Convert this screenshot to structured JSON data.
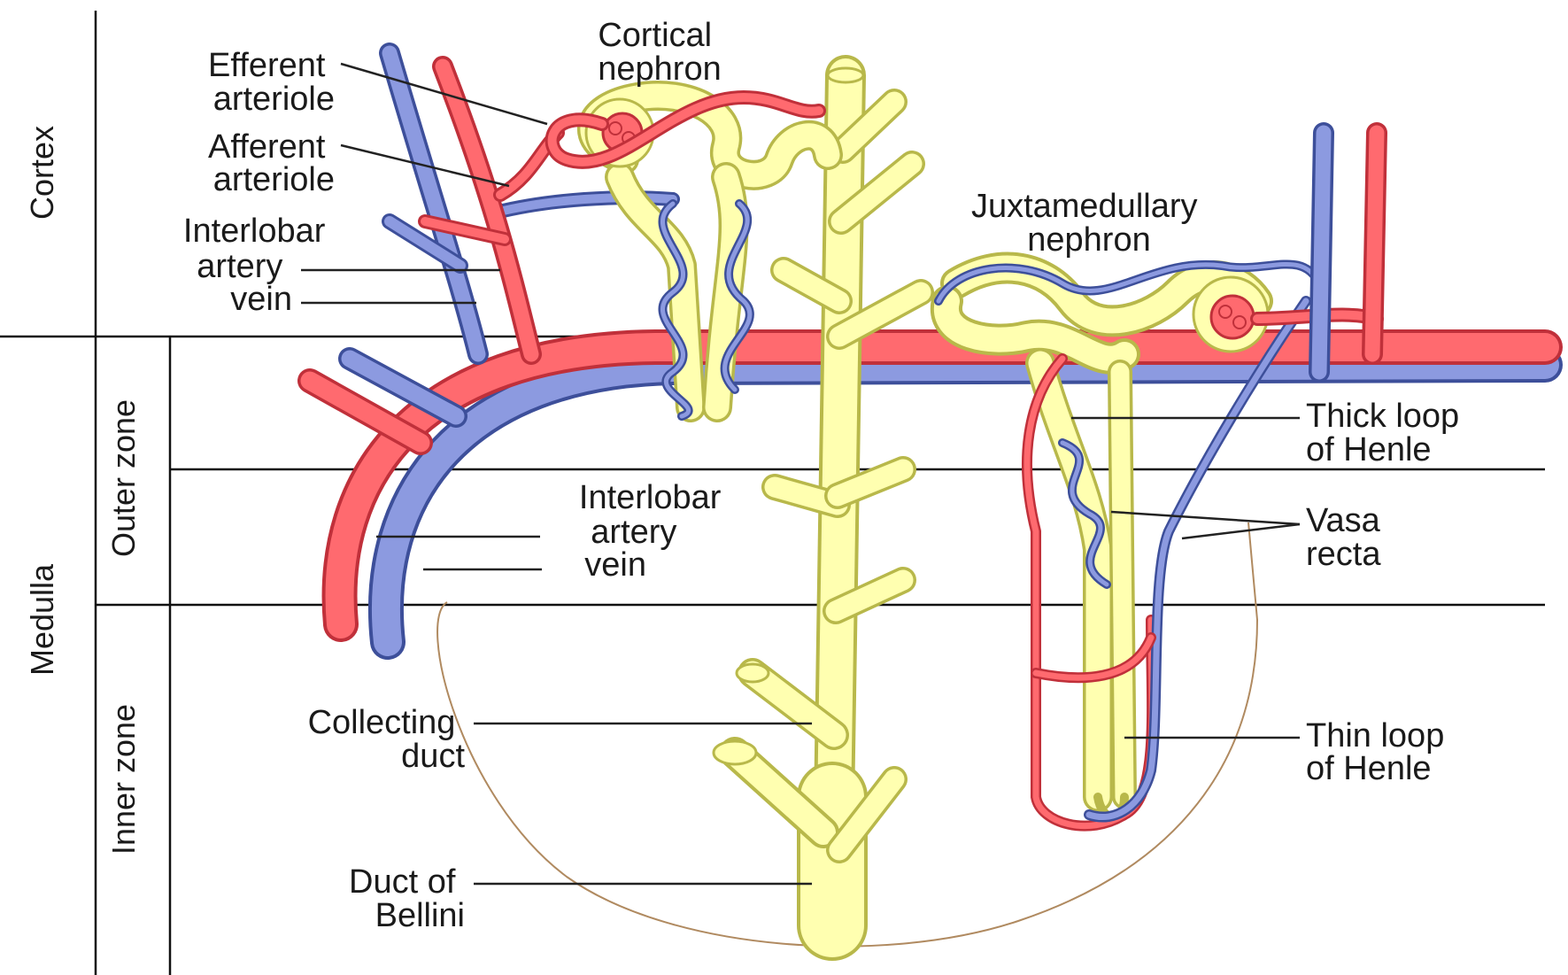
{
  "zones": {
    "cortex": "Cortex",
    "medulla": "Medulla",
    "outer_zone": "Outer zone",
    "inner_zone": "Inner zone"
  },
  "labels": {
    "cortical_nephron": [
      "Cortical",
      "nephron"
    ],
    "efferent_arteriole": [
      "Efferent",
      "arteriole"
    ],
    "afferent_arteriole": [
      "Afferent",
      "arteriole"
    ],
    "interlobar_cortex": [
      "Interlobar",
      "artery",
      "vein"
    ],
    "juxtamedullary_nephron": [
      "Juxtamedullary",
      "nephron"
    ],
    "interlobar_medulla": [
      "Interlobar",
      "artery",
      "vein"
    ],
    "thick_loop": [
      "Thick loop",
      "of Henle"
    ],
    "vasa_recta": [
      "Vasa",
      "recta"
    ],
    "collecting_duct": [
      "Collecting",
      "duct"
    ],
    "thin_loop": [
      "Thin loop",
      "of Henle"
    ],
    "duct_of_bellini": [
      "Duct of",
      "Bellini"
    ]
  },
  "colors": {
    "artery": "#ff6a6f",
    "vein": "#8c9ae0",
    "tubule": "#ffffb0"
  }
}
